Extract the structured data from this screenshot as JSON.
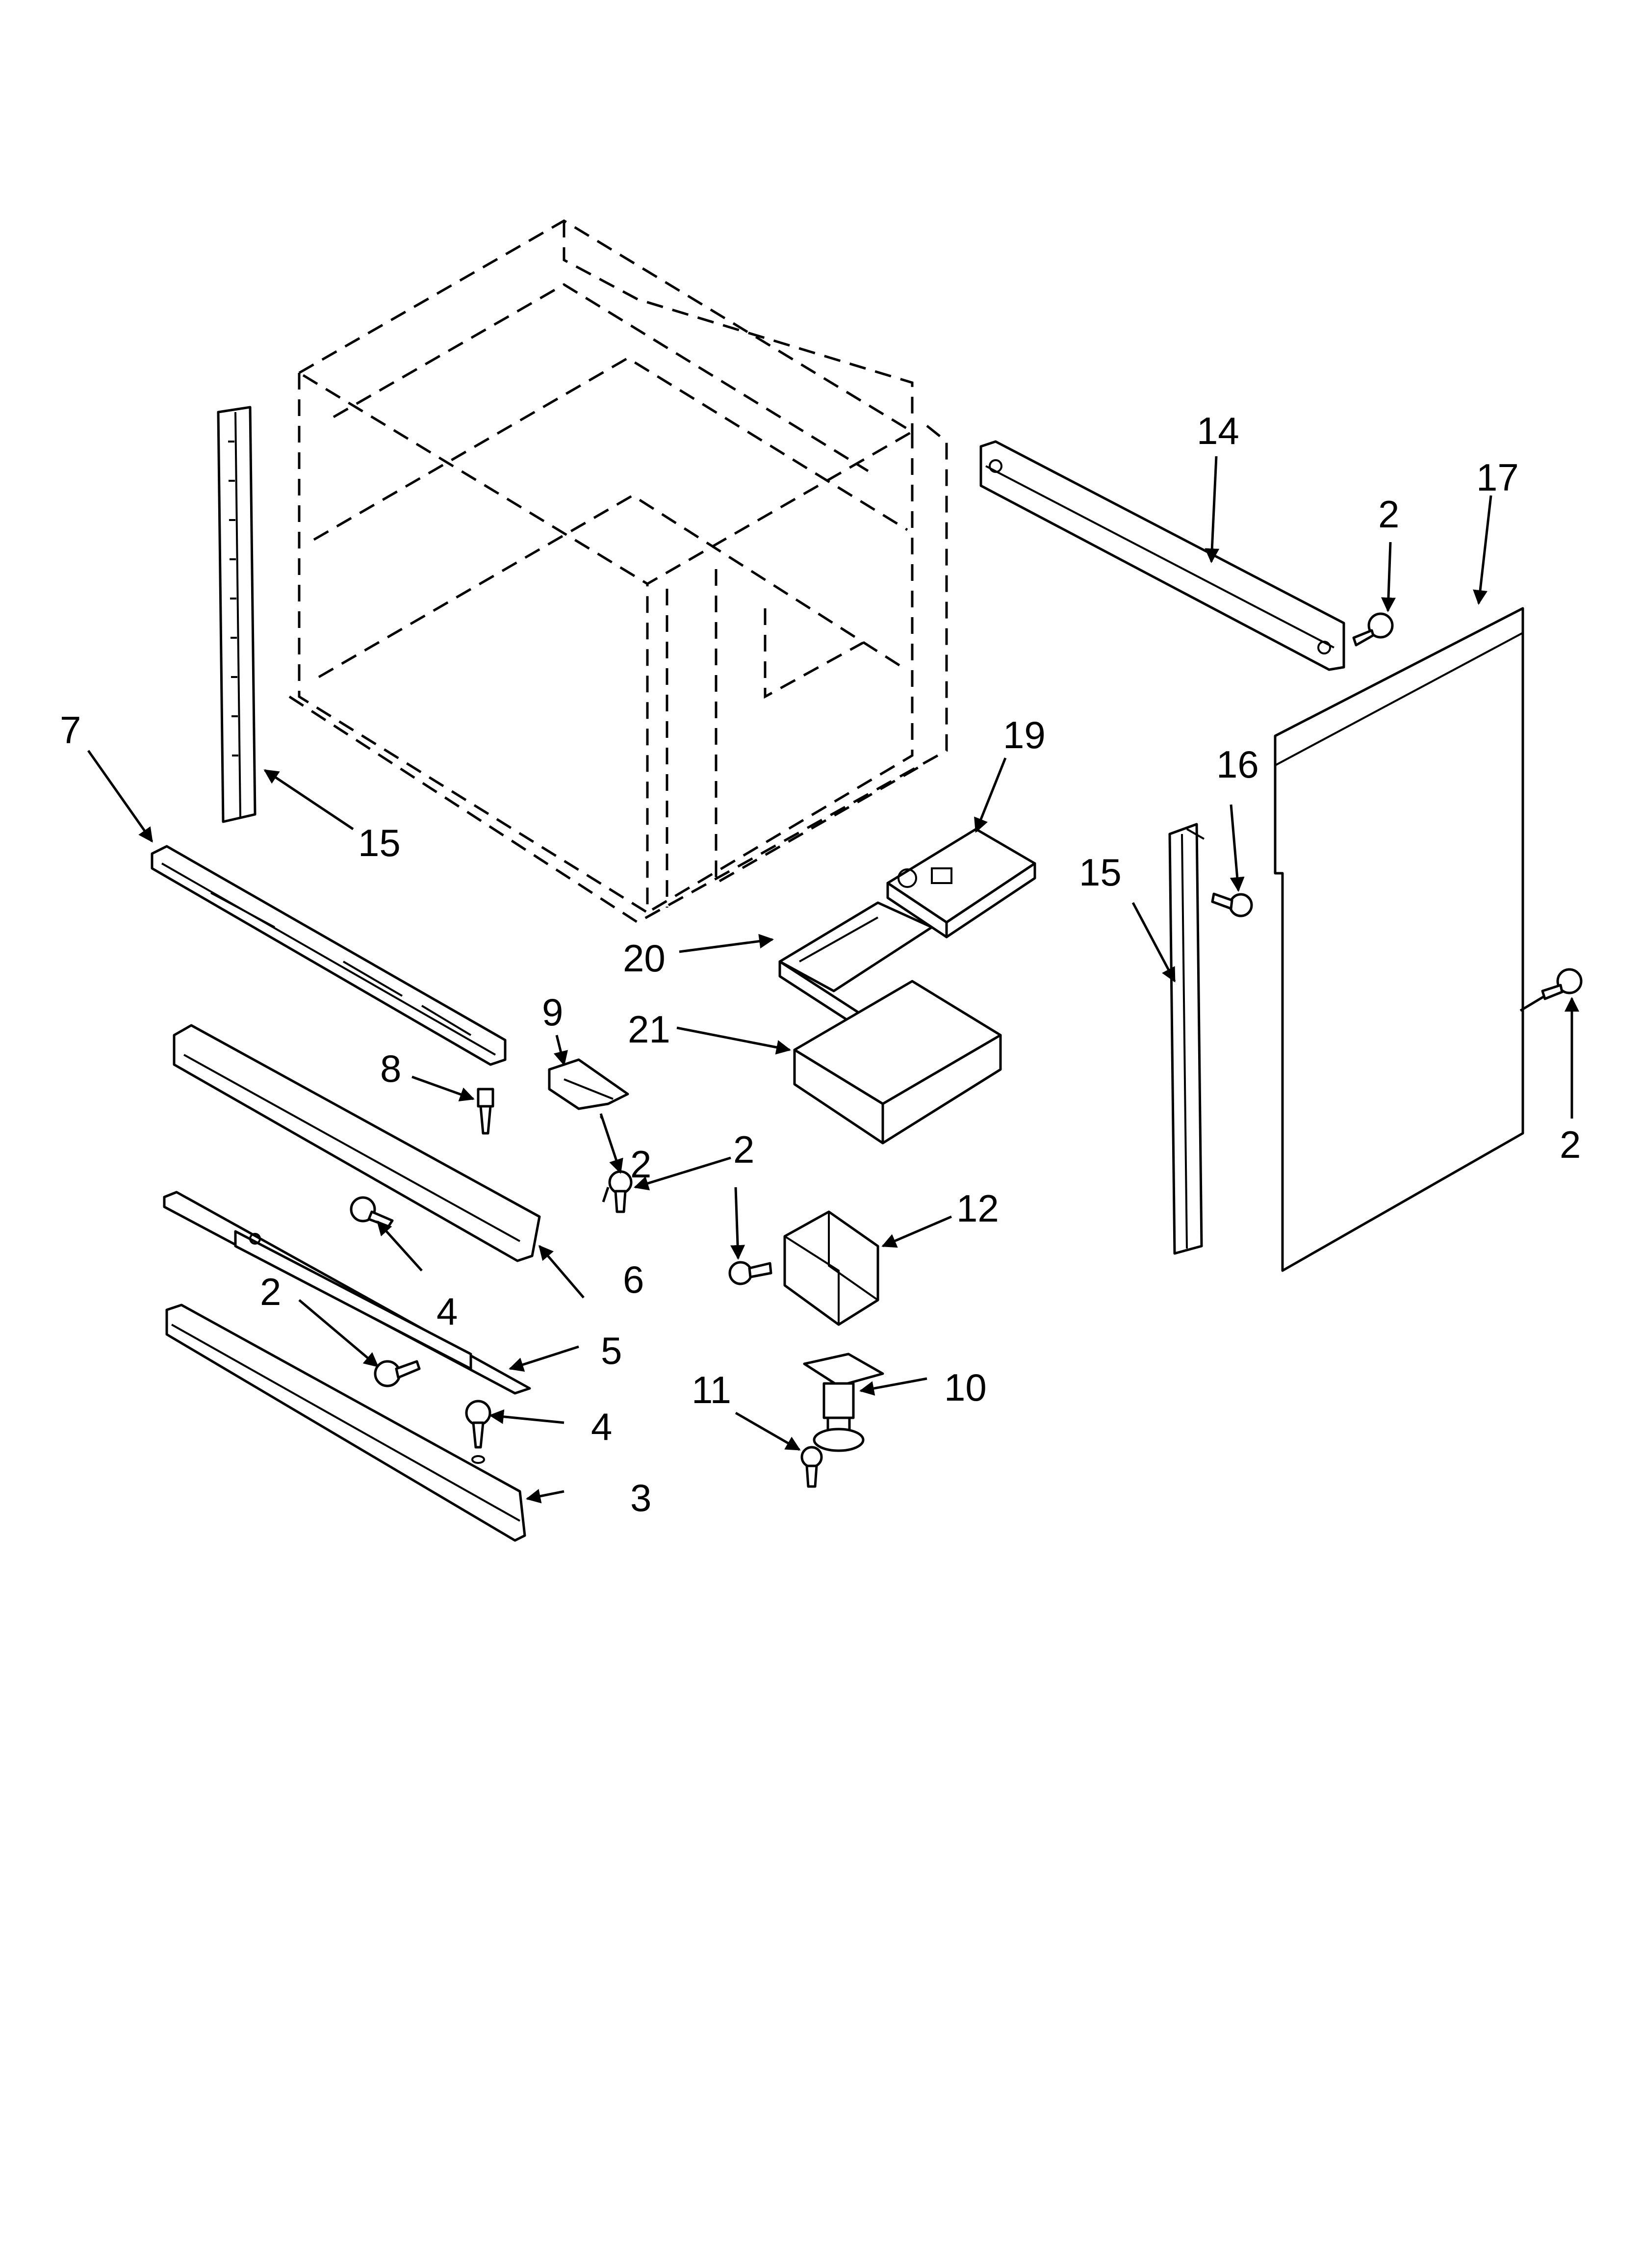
{
  "callouts": {
    "c2a": "2",
    "c2b": "2",
    "c2c": "2",
    "c2d": "2",
    "c2e": "2",
    "c3": "3",
    "c4a": "4",
    "c4b": "4",
    "c5": "5",
    "c6": "6",
    "c7": "7",
    "c8": "8",
    "c9": "9",
    "c10": "10",
    "c11": "11",
    "c12": "12",
    "c14": "14",
    "c15a": "15",
    "c15b": "15",
    "c16": "16",
    "c17": "17",
    "c19": "19",
    "c20": "20",
    "c21": "21"
  }
}
